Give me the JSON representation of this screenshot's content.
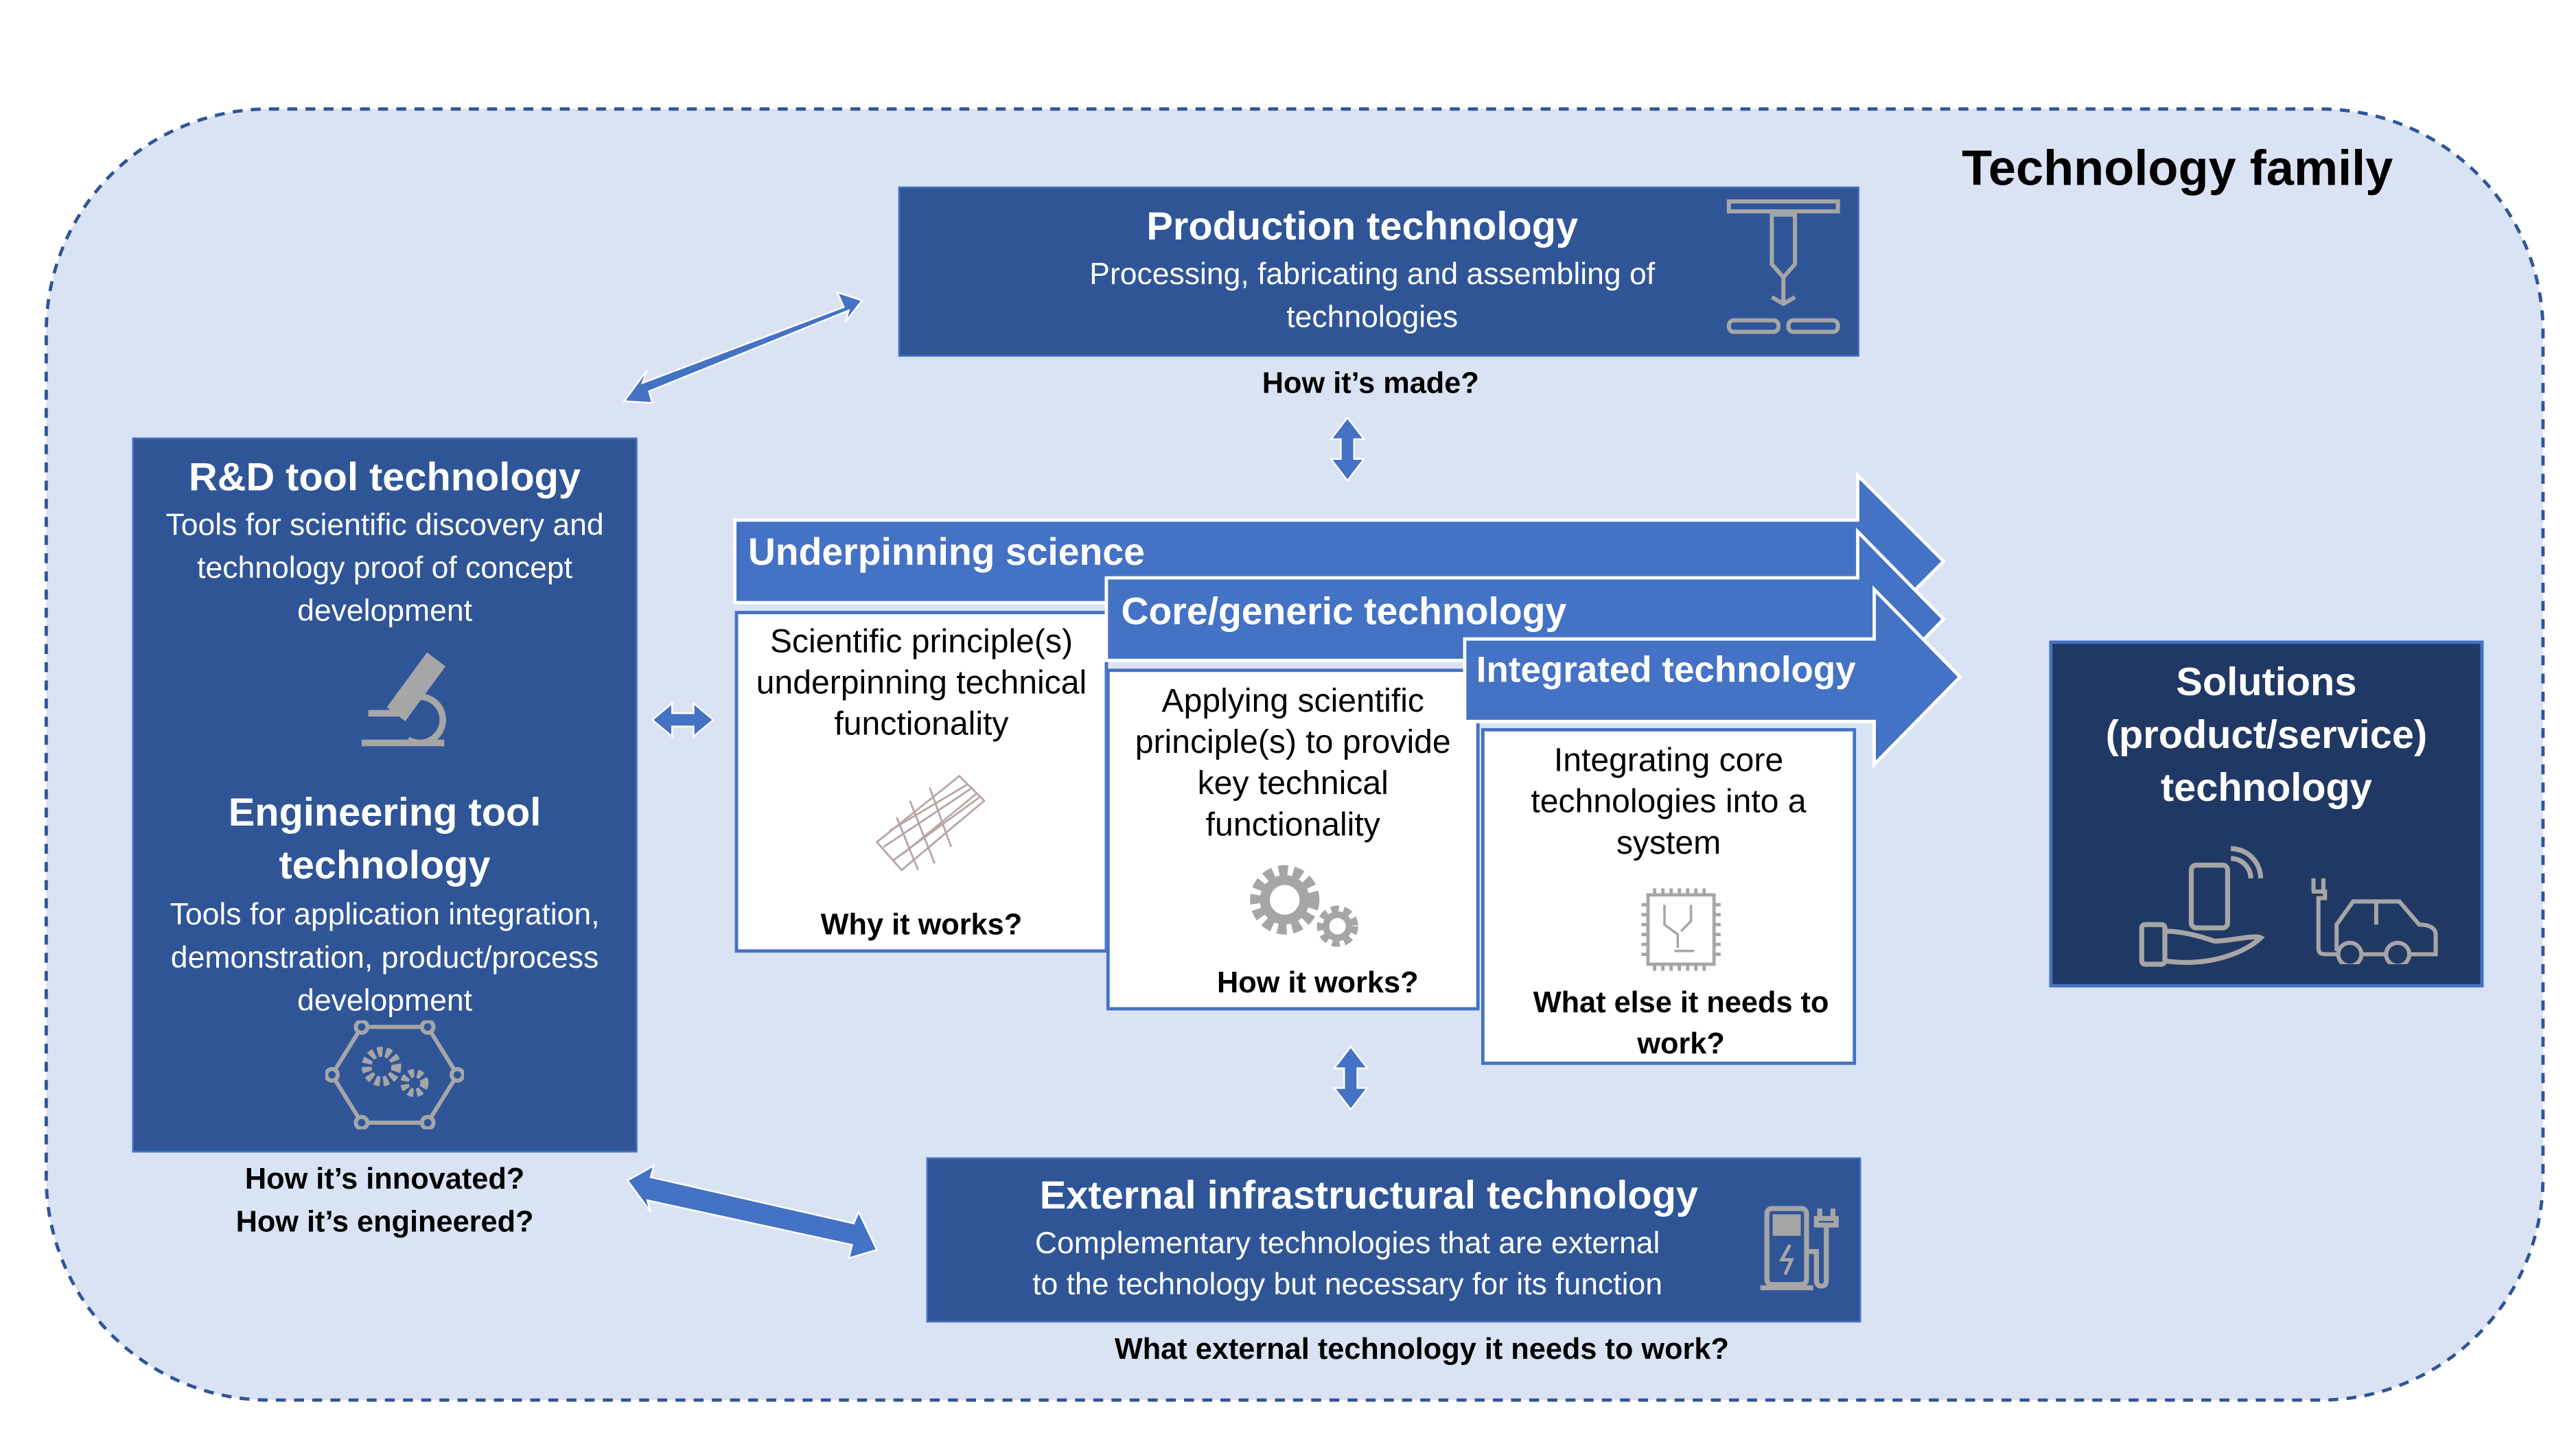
{
  "title": "Technology family",
  "colors": {
    "background": "#dae3f3",
    "border_dashed": "#2f5597",
    "box": "#2f5597",
    "arrow": "#4472c4",
    "solutions": "#203864",
    "icon": "#a6a6a6"
  },
  "production": {
    "title": "Production technology",
    "desc": "Processing, fabricating and assembling of technologies",
    "question": "How it’s made?",
    "icon": "laser-cutter-icon"
  },
  "rnd": {
    "title": "R&D tool technology",
    "desc": "Tools for scientific discovery and technology proof of concept development",
    "icon": "microscope-icon"
  },
  "engineering": {
    "title": "Engineering tool technology",
    "desc": "Tools for application integration, demonstration, product/process development",
    "icon": "gears-network-icon",
    "question1": "How it’s innovated?",
    "question2": "How it’s engineered?"
  },
  "underpinning": {
    "label": "Underpinning science",
    "desc": "Scientific principle(s) underpinning technical functionality",
    "question": "Why it works?",
    "icon": "graphene-lattice-icon"
  },
  "core": {
    "label": "Core/generic technology",
    "desc": "Applying scientific principle(s) to provide key technical functionality",
    "question": "How it works?",
    "icon": "gears-icon"
  },
  "integrated": {
    "label": "Integrated technology",
    "desc": "Integrating core technologies into a system",
    "question": "What else it needs to work?",
    "icon": "microchip-icon"
  },
  "solutions": {
    "title": "Solutions (product/service) technology",
    "icons": [
      "hand-phone-icon",
      "electric-car-icon"
    ]
  },
  "external": {
    "title": "External infrastructural technology",
    "desc1": "Complementary technologies that are external",
    "desc2": "to the technology but necessary for its function",
    "question": "What external technology it needs to work?",
    "icon": "charging-station-icon"
  }
}
